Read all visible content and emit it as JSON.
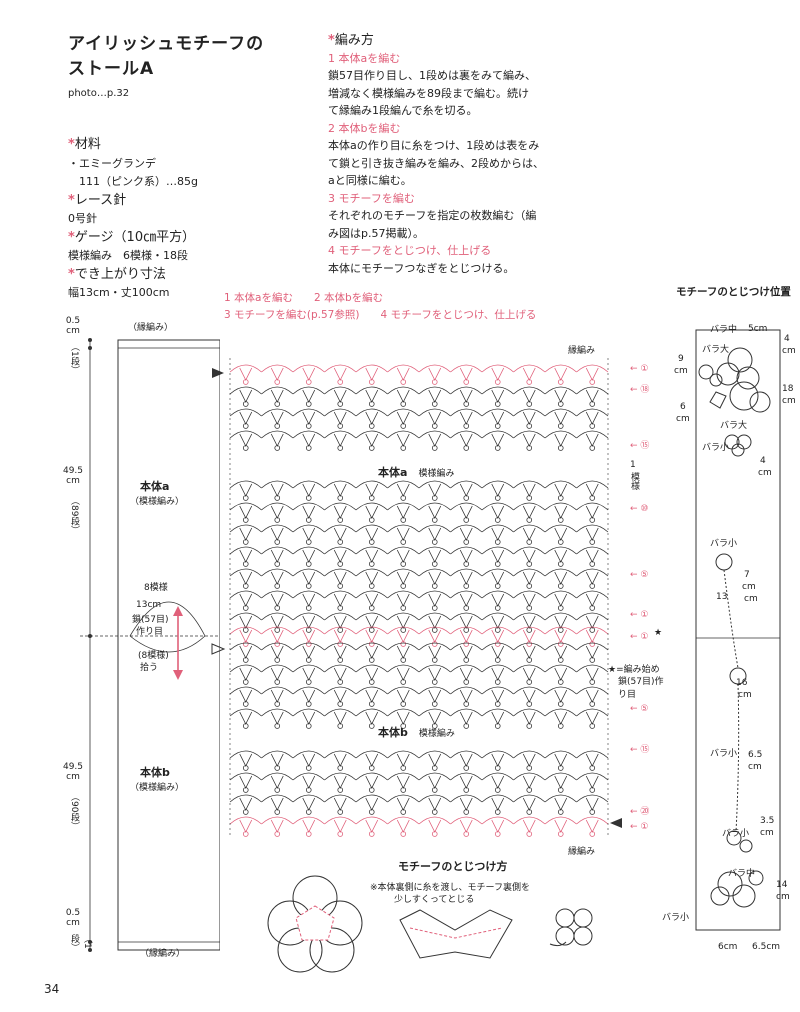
{
  "title": [
    "アイリッシュモチーフの",
    "ストールA"
  ],
  "photo_ref": "photo…p.32",
  "materials": {
    "yarn_head": "材料",
    "yarn_lines": [
      "・エミーグランデ",
      "　111（ピンク系）…85g"
    ],
    "hook_head": "レース針",
    "hook": "0号針",
    "gauge_head": "ゲージ（10㎝平方）",
    "gauge": "模様編み　6模様・18段",
    "size_head": "でき上がり寸法",
    "size": "幅13cm・丈100cm"
  },
  "instructions": {
    "head": "編み方",
    "s1_title": "1 本体aを編む",
    "s1_lines": [
      "鎖57目作り目し、1段めは裏をみて編み、",
      "増減なく模様編みを89段まで編む。続け",
      "て縁編み1段編んで糸を切る。"
    ],
    "s2_title": "2 本体bを編む",
    "s2_lines": [
      "本体aの作り目に糸をつけ、1段めは表をみ",
      "て鎖と引き抜き編みを編み、2段めからは、",
      "aと同様に編む。"
    ],
    "s3_title": "3 モチーフを編む",
    "s3_lines": [
      "それぞれのモチーフを指定の枚数編む（編",
      "み図はp.57掲載）。"
    ],
    "s4_title": "4 モチーフをとじつけ、仕上げる",
    "s4_lines": [
      "本体にモチーフつなぎをとじつける。"
    ]
  },
  "steps_legend": {
    "row1a": "1 本体aを編む",
    "row1b": "2 本体bを編む",
    "row2a": "3 モチーフを編む(p.57参照)",
    "row2b": "4 モチーフをとじつけ、仕上げる"
  },
  "schematic": {
    "top_edge": "（縁編み）",
    "bottom_edge": "（縁編み）",
    "dim_top": [
      "0.5",
      "cm",
      "（1段）"
    ],
    "dim_a": [
      "49.5",
      "cm",
      "（89段）"
    ],
    "dim_b": [
      "49.5",
      "cm",
      "（90段）"
    ],
    "dim_bottom": [
      "0.5",
      "cm",
      "（1段）"
    ],
    "body_a": "本体a",
    "body_a_sub": "（模様編み）",
    "body_b": "本体b",
    "body_b_sub": "（模様編み）",
    "pattern8": "8模様",
    "width_13": "13cm",
    "chain57": "鎖(57目)",
    "cast_on": "作り目",
    "pattern8b": "(8模様)",
    "pick_up": "拾う"
  },
  "chart": {
    "edge_label_top": "縁編み",
    "edge_label_bottom": "縁編み",
    "body_a": "本体a",
    "body_a_sub": "模様編み",
    "body_b": "本体b",
    "body_b_sub": "模様編み",
    "repeat_1": "1",
    "repeat_label": "模様",
    "rows_right": [
      "①",
      "⑱",
      "⑮",
      "⑩",
      "⑤",
      "①",
      "①",
      "⑤",
      "⑮",
      "⑳",
      "①"
    ],
    "start_note_1": "★=編み始め",
    "start_note_2": "鎖(57目)作り目",
    "star": "★"
  },
  "joining_method": {
    "title": "モチーフのとじつけ方",
    "note_1": "※本体裏側に糸を渡し、モチーフ裏側を",
    "note_2": "少しすくってとじる"
  },
  "placement": {
    "title": "モチーフのとじつけ位置",
    "rose_mid": "バラ中",
    "rose_large": "バラ大",
    "rose_small": "バラ小",
    "d_5cm": "5cm",
    "d_4cm_top": "4",
    "d_cm": "cm",
    "d_9": "9",
    "d_18": "18",
    "d_6": "6",
    "d_4": "4",
    "d_7": "7",
    "d_13": "13",
    "d_16": "16",
    "d_65": "6.5",
    "d_35": "3.5",
    "d_14": "14",
    "d_6cm": "6cm",
    "d_65cm": "6.5cm"
  },
  "page_number": "34",
  "colors": {
    "accent": "#e0607a",
    "ink": "#333333"
  }
}
